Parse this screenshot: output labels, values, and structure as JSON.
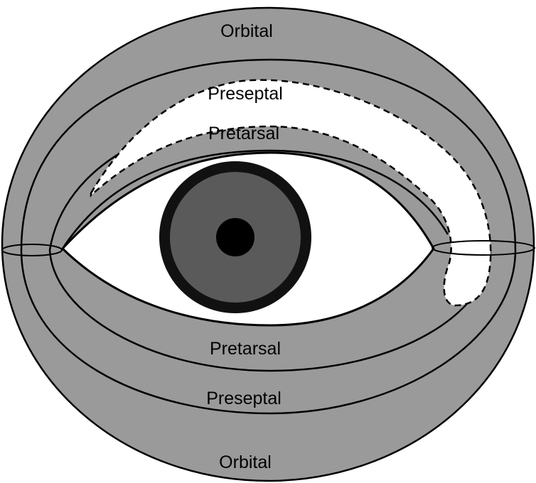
{
  "labels": {
    "orbital_top": "Orbital",
    "preseptal_top": "Preseptal",
    "pretarsal_top": "Pretarsal",
    "pretarsal_bottom": "Pretarsal",
    "preseptal_bottom": "Preseptal",
    "orbital_bottom": "Orbital"
  },
  "colors": {
    "muscle_fill": "#9a9a9a",
    "iris": "#5a5a5a",
    "iris_rim": "#111111",
    "pupil": "#000000",
    "sclera": "#ffffff",
    "outline": "#000000"
  }
}
